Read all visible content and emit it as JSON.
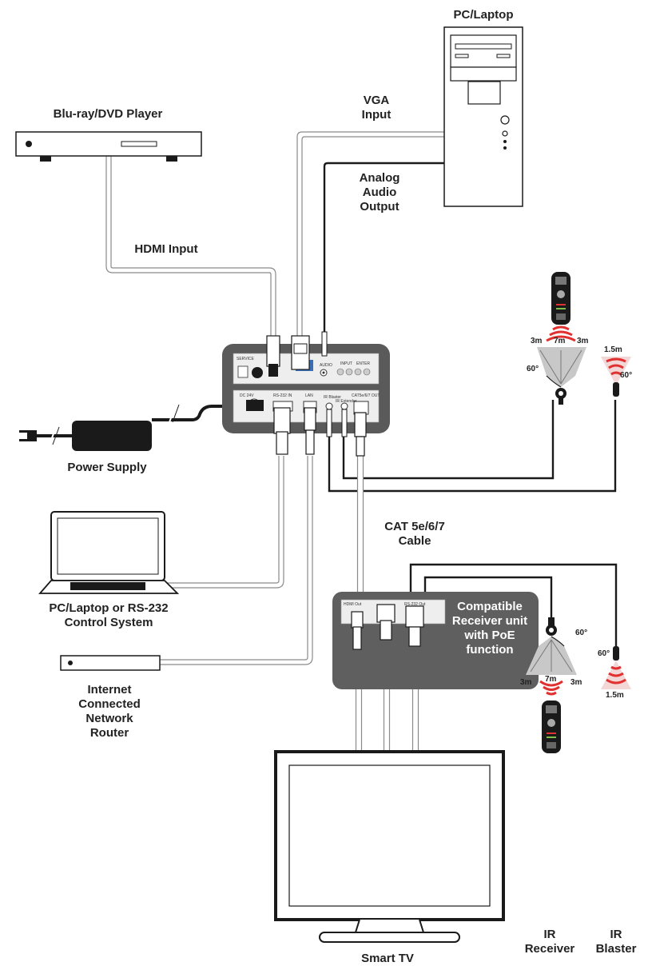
{
  "devices": {
    "pc_laptop_top": "PC/Laptop",
    "bluray": "Blu-ray/DVD Player",
    "power_supply": "Power Supply",
    "pc_laptop_rs232": "PC/Laptop or RS-232 Control System",
    "router": "Internet Connected Network Router",
    "smart_tv": "Smart TV",
    "ir_receiver": "IR Receiver",
    "ir_blaster": "IR Blaster"
  },
  "connections": {
    "vga_input": "VGA Input",
    "analog_audio": "Analog Audio Output",
    "hdmi_input": "HDMI Input",
    "cat_cable": "CAT 5e/6/7 Cable"
  },
  "receiver_panel": {
    "text": "Compatible Receiver unit with PoE function"
  },
  "ir_ranges": {
    "left": "3m",
    "center": "7m",
    "right": "3m",
    "angle": "60°",
    "blaster_range": "1.5m",
    "blaster_angle": "60°"
  },
  "port_labels": {
    "service": "SERVICE",
    "audio": "AUDIO",
    "input": "INPUT",
    "enter": "ENTER",
    "dc": "DC 24V",
    "rs232_in": "RS-232 IN",
    "lan": "LAN",
    "ir_blaster": "IR Blaster",
    "ir_extender": "IR Extender",
    "catx_out": "CAT5e/6/7 OUT",
    "hdmi_out": "HDMI Out",
    "rs232_out": "RS-232 Out"
  },
  "colors": {
    "unit_body": "#5a5a5a",
    "panel_face": "#eeeeee",
    "receiver_panel": "#5f5f5f",
    "ir_signal": "#e03030",
    "ir_cone": "#c8c8c8"
  }
}
